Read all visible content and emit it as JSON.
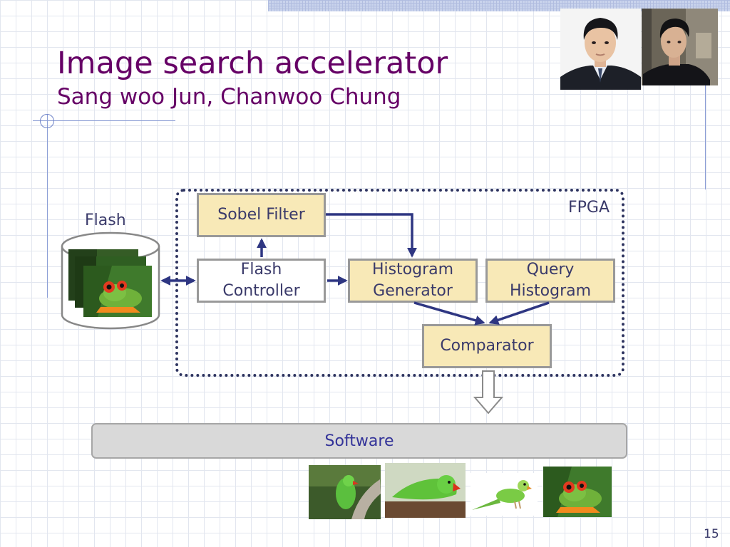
{
  "slide": {
    "title": "Image search accelerator",
    "subtitle": "Sang woo Jun, Chanwoo Chung",
    "page_number": "15"
  },
  "diagram": {
    "fpga_label": "FPGA",
    "flash_label": "Flash",
    "blocks": {
      "sobel_filter": "Sobel Filter",
      "flash_controller": [
        "Flash",
        "Controller"
      ],
      "histogram_generator": [
        "Histogram",
        "Generator"
      ],
      "query_histogram": [
        "Query",
        "Histogram"
      ],
      "comparator": "Comparator",
      "software": "Software"
    }
  },
  "colors": {
    "title": "#660066",
    "block_fill": "#f8e9b7",
    "block_border": "#999999",
    "arrow": "#2e3682",
    "software_fill": "#d9d9d9"
  },
  "photos": [
    "portrait-photo",
    "portrait-photo",
    "frog-image",
    "parrot-image",
    "parrot-image",
    "parrot-image",
    "frog-image"
  ]
}
